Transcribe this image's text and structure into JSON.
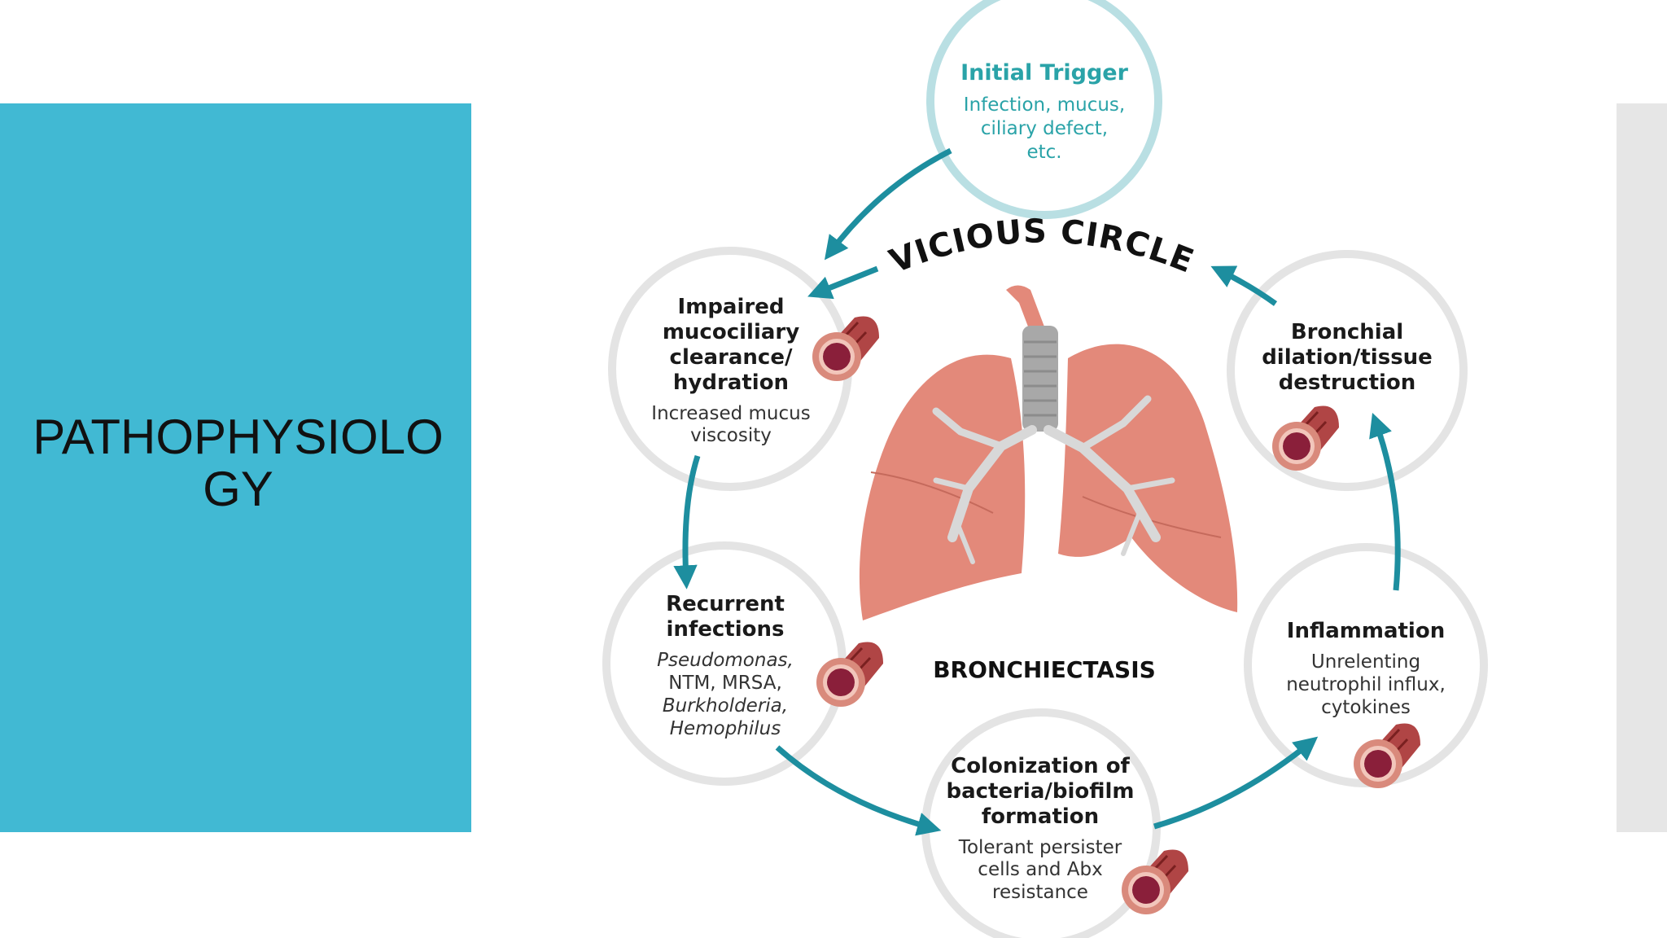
{
  "slide": {
    "title_line1": "PATHOPHYSIOLO",
    "title_line2": "GY"
  },
  "diagram": {
    "cycle_label": "VICIOUS CIRCLE",
    "center_label": "BRONCHIECTASIS",
    "nodes": [
      {
        "heading": [
          "Initial Trigger"
        ],
        "description": [
          "Infection, mucus,",
          "ciliary defect,",
          "etc."
        ]
      },
      {
        "heading": [
          "Impaired",
          "mucociliary",
          "clearance/",
          "hydration"
        ],
        "description": [
          "Increased mucus",
          "viscosity"
        ]
      },
      {
        "heading": [
          "Recurrent",
          "infections"
        ],
        "description": [
          "Pseudomonas,",
          "NTM, MRSA,",
          "Burkholderia,",
          "Hemophilus"
        ]
      },
      {
        "heading": [
          "Colonization of",
          "bacteria/biofilm",
          "formation"
        ],
        "description": [
          "Tolerant persister",
          "cells and Abx",
          "resistance"
        ]
      },
      {
        "heading": [
          "Inflammation"
        ],
        "description": [
          "Unrelenting",
          "neutrophil influx,",
          "cytokines"
        ]
      },
      {
        "heading": [
          "Bronchial",
          "dilation/tissue",
          "destruction"
        ],
        "description": []
      }
    ]
  },
  "colors": {
    "panel": "#41b9d3",
    "arrow": "#1d8e9f",
    "trigger_text": "#2aa3a8",
    "lung": "#e3897a"
  }
}
